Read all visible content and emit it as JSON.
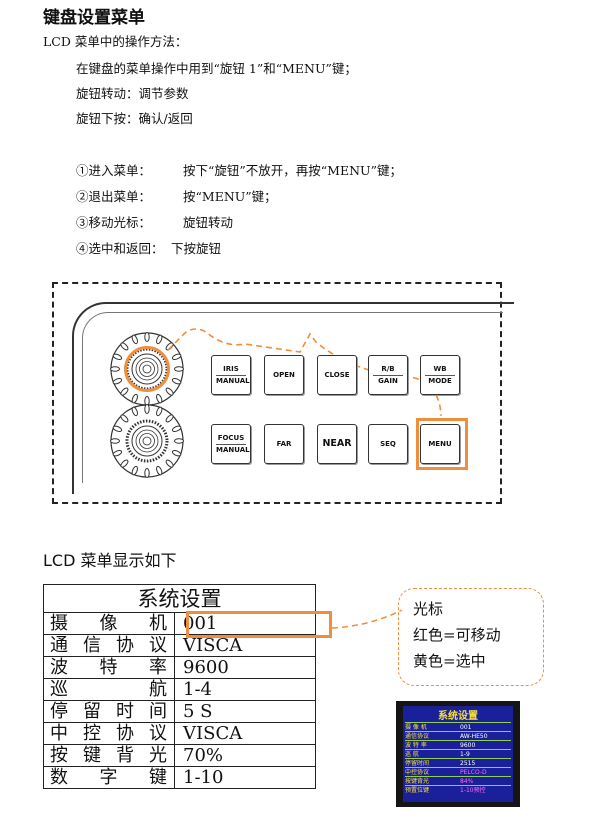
{
  "title": "键盘设置菜单",
  "intro": "LCD 菜单中的操作方法：",
  "instructions": [
    "在键盘的菜单操作中用到“旋钮 1”和“MENU”键；",
    "旋钮转动：调节参数",
    "旋钮下按：确认/返回"
  ],
  "steps": [
    {
      "label": "①进入菜单：",
      "text": "按下“旋钮”不放开，再按“MENU”键；"
    },
    {
      "label": "②退出菜单：",
      "text": "按“MENU”键；"
    },
    {
      "label": "③移动光标：",
      "text": "旋钮转动"
    },
    {
      "label": "④选中和返回：",
      "text": "下按旋钮"
    }
  ],
  "keyboard": {
    "row1": [
      {
        "l1": "IRIS",
        "l2": "MANUAL"
      },
      {
        "l1": "OPEN",
        "l2": ""
      },
      {
        "l1": "CLOSE",
        "l2": ""
      },
      {
        "l1": "R/B",
        "l2": "GAIN"
      },
      {
        "l1": "WB",
        "l2": "MODE"
      }
    ],
    "row2": [
      {
        "l1": "FOCUS",
        "l2": "MANUAL"
      },
      {
        "l1": "FAR",
        "l2": ""
      },
      {
        "l1": "NEAR",
        "l2": ""
      },
      {
        "l1": "SEQ",
        "l2": ""
      },
      {
        "l1": "MENU",
        "l2": ""
      }
    ]
  },
  "lcd_heading": "LCD 菜单显示如下",
  "lcd_table": {
    "header": "系统设置",
    "rows": [
      {
        "label": "摄像机",
        "value": "001"
      },
      {
        "label": "通信协议",
        "value": "VISCA"
      },
      {
        "label": "波特率",
        "value": "9600"
      },
      {
        "label": "巡航",
        "value": "1-4"
      },
      {
        "label": "停留时间",
        "value": "5  S"
      },
      {
        "label": "中控协议",
        "value": "VISCA"
      },
      {
        "label": "按键背光",
        "value": "70%"
      },
      {
        "label": "数字键",
        "value": "1-10"
      }
    ]
  },
  "callout": {
    "line1": "光标",
    "line2": "红色=可移动",
    "line3": "黄色=选中"
  },
  "lcd_photo": {
    "title": "系统设置",
    "rows": [
      {
        "label": "摄 像 机",
        "value": "001"
      },
      {
        "label": "通信协议",
        "value": "AW-HE50"
      },
      {
        "label": "波 特 率",
        "value": "9600"
      },
      {
        "label": "巡    航",
        "value": "1-9"
      },
      {
        "label": "停留时间",
        "value": "2515"
      },
      {
        "label": "中控协议",
        "value": "PELCO-D"
      },
      {
        "label": "按键背光",
        "value": "84%"
      },
      {
        "label": "预置位键",
        "value": "1-10预控"
      }
    ]
  },
  "colors": {
    "accent": "#ef8f3d",
    "lcd_bg": "#1a1f9a",
    "lcd_yellow": "#f6e23c"
  }
}
